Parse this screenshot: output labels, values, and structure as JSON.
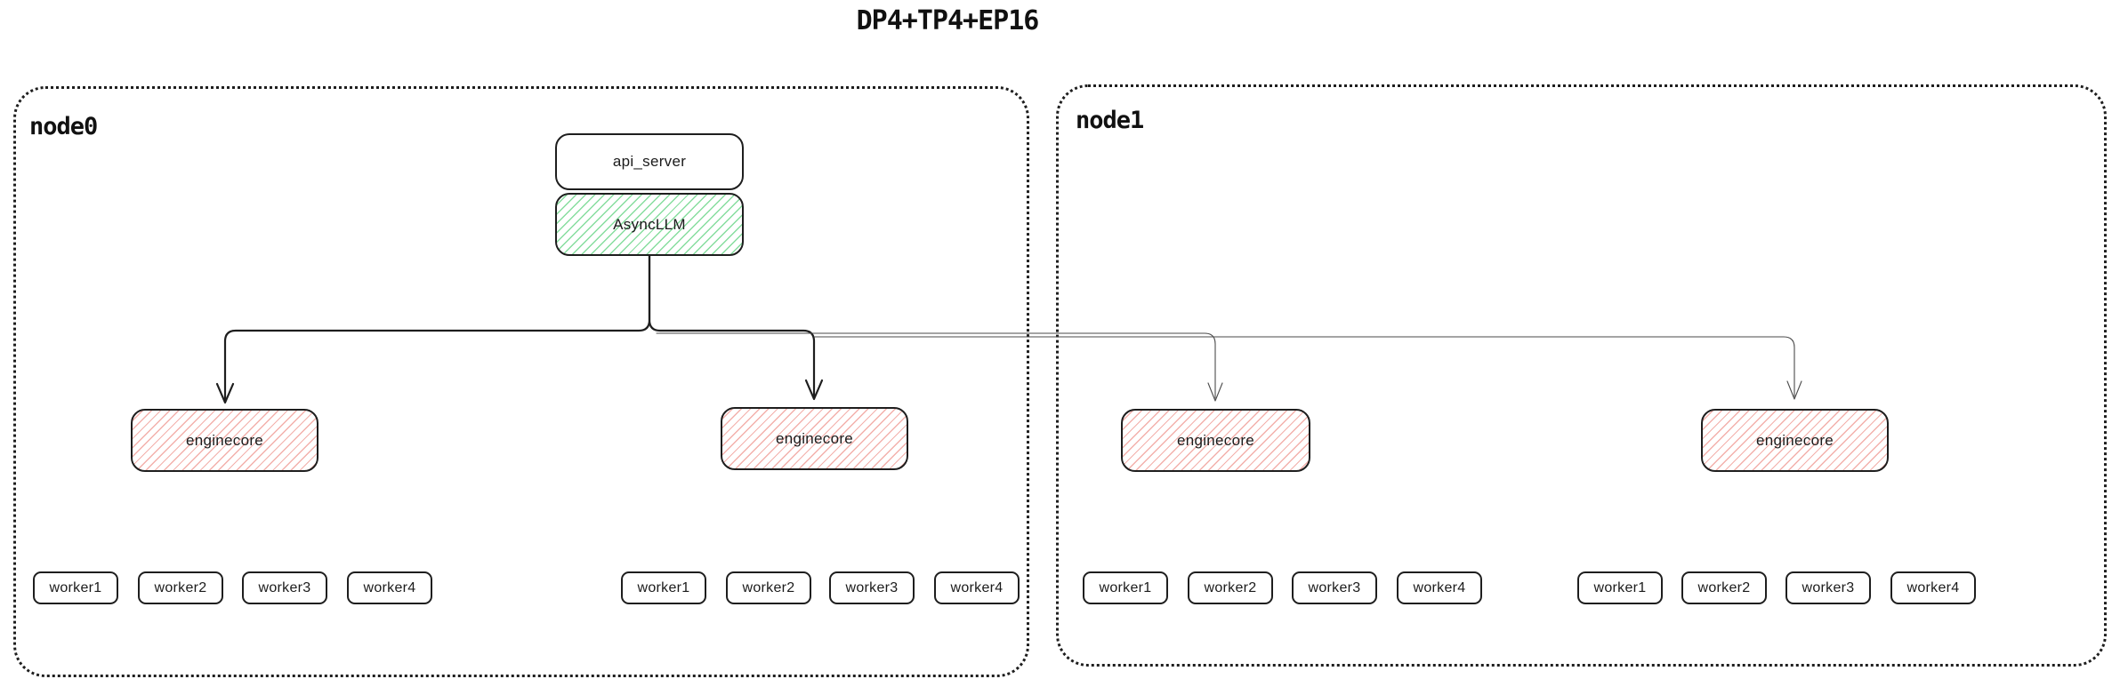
{
  "title": "DP4+TP4+EP16",
  "nodes": [
    {
      "label": "node0"
    },
    {
      "label": "node1"
    }
  ],
  "boxes": {
    "api_server": "api_server",
    "async_llm": "AsyncLLM",
    "enginecore": "enginecore",
    "workers": [
      "worker1",
      "worker2",
      "worker3",
      "worker4"
    ]
  },
  "colors": {
    "border": "#1e1e1e",
    "green_hatch": "#86dd9e",
    "red_hatch": "#f3b0ab",
    "thin_line": "#4a4a4a",
    "background": "#ffffff"
  }
}
